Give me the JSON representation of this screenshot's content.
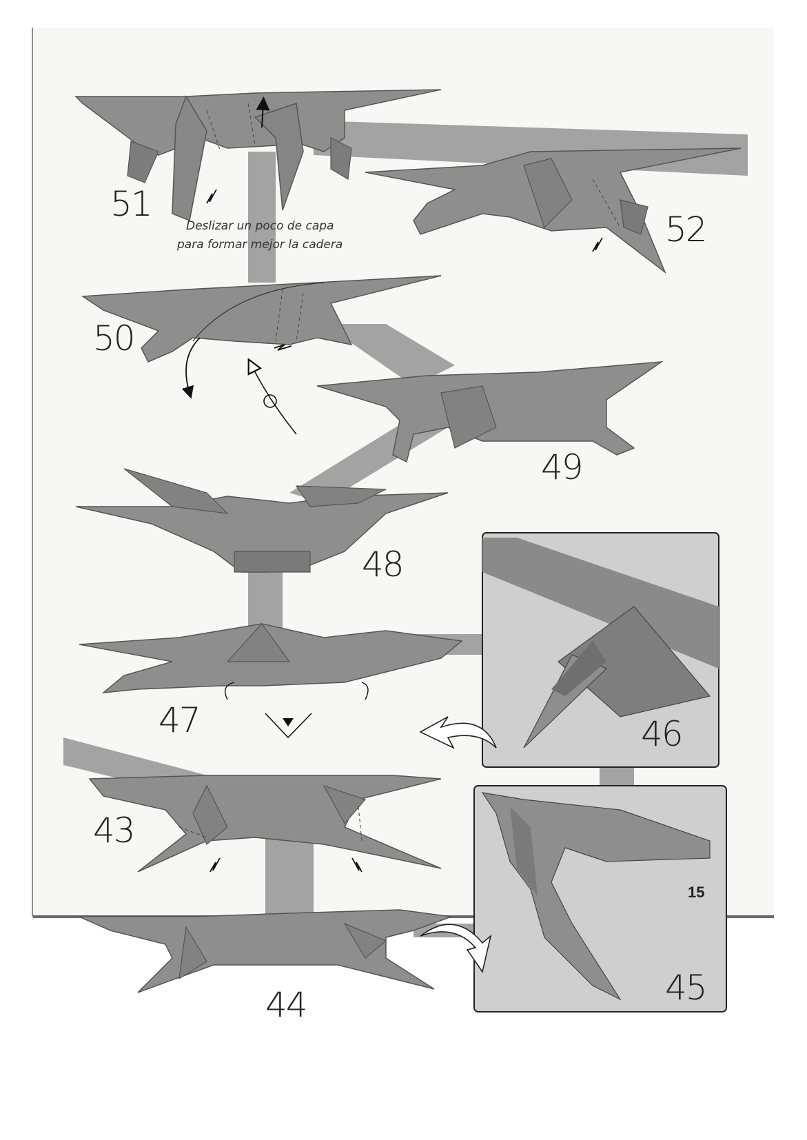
{
  "page": {
    "page_number": "15",
    "colors": {
      "paper": "#f7f7f5",
      "model": "#8e8e8e",
      "model_dark": "#6f6f6f",
      "strip": "#a0a0a0",
      "ink": "#222222"
    }
  },
  "steps": [
    {
      "id": "51",
      "label": "51"
    },
    {
      "id": "52",
      "label": "52"
    },
    {
      "id": "50",
      "label": "50"
    },
    {
      "id": "49",
      "label": "49"
    },
    {
      "id": "48",
      "label": "48"
    },
    {
      "id": "47",
      "label": "47"
    },
    {
      "id": "46",
      "label": "46"
    },
    {
      "id": "43",
      "label": "43"
    },
    {
      "id": "44",
      "label": "44"
    },
    {
      "id": "45",
      "label": "45"
    }
  ],
  "note": {
    "line1": "Deslizar un poco de capa",
    "line2": "para formar mejor la cadera"
  },
  "icons": [
    "mountain-fold-arrow-icon",
    "rotate-arrow-icon",
    "turn-over-icon",
    "view-from-below-icon",
    "zoom-arrow-icon"
  ]
}
